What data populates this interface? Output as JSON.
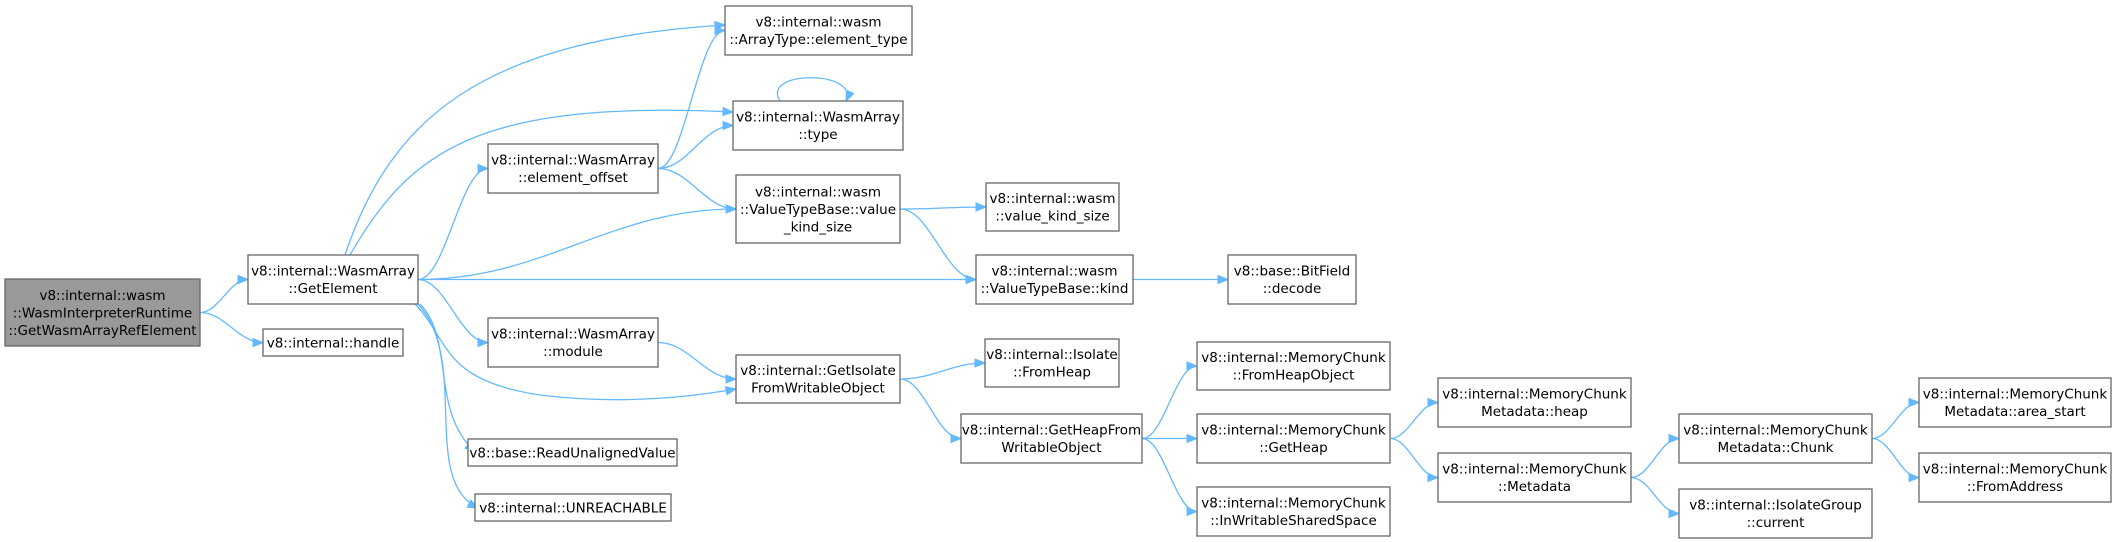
{
  "colors": {
    "edge": "#63b8ff",
    "node_border": "#666666",
    "root_fill": "#999999",
    "node_fill": "#ffffff"
  },
  "nodes": [
    {
      "id": "root",
      "lines": [
        "v8::internal::wasm",
        "::WasmInterpreterRuntime",
        "::GetWasmArrayRefElement"
      ],
      "root": true
    },
    {
      "id": "getelement",
      "lines": [
        "v8::internal::WasmArray",
        "::GetElement"
      ]
    },
    {
      "id": "handle",
      "lines": [
        "v8::internal::handle"
      ]
    },
    {
      "id": "elemtype",
      "lines": [
        "v8::internal::wasm",
        "::ArrayType::element_type"
      ]
    },
    {
      "id": "wtype",
      "lines": [
        "v8::internal::WasmArray",
        "::type"
      ]
    },
    {
      "id": "elemoffset",
      "lines": [
        "v8::internal::WasmArray",
        "::element_offset"
      ]
    },
    {
      "id": "vkindsize",
      "lines": [
        "v8::internal::wasm",
        "::ValueTypeBase::value",
        "_kind_size"
      ]
    },
    {
      "id": "value_kind_size",
      "lines": [
        "v8::internal::wasm",
        "::value_kind_size"
      ]
    },
    {
      "id": "kind",
      "lines": [
        "v8::internal::wasm",
        "::ValueTypeBase::kind"
      ]
    },
    {
      "id": "decode",
      "lines": [
        "v8::base::BitField",
        "::decode"
      ]
    },
    {
      "id": "module",
      "lines": [
        "v8::internal::WasmArray",
        "::module"
      ]
    },
    {
      "id": "getisolate",
      "lines": [
        "v8::internal::GetIsolate",
        "FromWritableObject"
      ]
    },
    {
      "id": "fromheap",
      "lines": [
        "v8::internal::Isolate",
        "::FromHeap"
      ]
    },
    {
      "id": "getheapfrom",
      "lines": [
        "v8::internal::GetHeapFrom",
        "WritableObject"
      ]
    },
    {
      "id": "mc_fromheapobject",
      "lines": [
        "v8::internal::MemoryChunk",
        "::FromHeapObject"
      ]
    },
    {
      "id": "mc_getheap",
      "lines": [
        "v8::internal::MemoryChunk",
        "::GetHeap"
      ]
    },
    {
      "id": "mc_inwritable",
      "lines": [
        "v8::internal::MemoryChunk",
        "::InWritableSharedSpace"
      ]
    },
    {
      "id": "mcm_heap",
      "lines": [
        "v8::internal::MemoryChunk",
        "Metadata::heap"
      ]
    },
    {
      "id": "mc_metadata",
      "lines": [
        "v8::internal::MemoryChunk",
        "::Metadata"
      ]
    },
    {
      "id": "mcm_chunk",
      "lines": [
        "v8::internal::MemoryChunk",
        "Metadata::Chunk"
      ]
    },
    {
      "id": "ig_current",
      "lines": [
        "v8::internal::IsolateGroup",
        "::current"
      ]
    },
    {
      "id": "mcm_areastart",
      "lines": [
        "v8::internal::MemoryChunk",
        "Metadata::area_start"
      ]
    },
    {
      "id": "mc_fromaddress",
      "lines": [
        "v8::internal::MemoryChunk",
        "::FromAddress"
      ]
    },
    {
      "id": "readunaligned",
      "lines": [
        "v8::base::ReadUnalignedValue"
      ]
    },
    {
      "id": "unreachable",
      "lines": [
        "v8::internal::UNREACHABLE"
      ]
    }
  ],
  "edges": [
    [
      "root",
      "getelement"
    ],
    [
      "root",
      "handle"
    ],
    [
      "getelement",
      "elemtype"
    ],
    [
      "getelement",
      "wtype"
    ],
    [
      "getelement",
      "elemoffset"
    ],
    [
      "getelement",
      "vkindsize"
    ],
    [
      "getelement",
      "kind"
    ],
    [
      "getelement",
      "module"
    ],
    [
      "getelement",
      "getisolate"
    ],
    [
      "getelement",
      "readunaligned"
    ],
    [
      "getelement",
      "unreachable"
    ],
    [
      "elemoffset",
      "elemtype"
    ],
    [
      "elemoffset",
      "wtype"
    ],
    [
      "elemoffset",
      "vkindsize"
    ],
    [
      "wtype",
      "wtype"
    ],
    [
      "vkindsize",
      "value_kind_size"
    ],
    [
      "vkindsize",
      "kind"
    ],
    [
      "kind",
      "decode"
    ],
    [
      "module",
      "getisolate"
    ],
    [
      "getisolate",
      "fromheap"
    ],
    [
      "getisolate",
      "getheapfrom"
    ],
    [
      "getheapfrom",
      "mc_fromheapobject"
    ],
    [
      "getheapfrom",
      "mc_getheap"
    ],
    [
      "getheapfrom",
      "mc_inwritable"
    ],
    [
      "mc_getheap",
      "mcm_heap"
    ],
    [
      "mc_getheap",
      "mc_metadata"
    ],
    [
      "mc_metadata",
      "mcm_chunk"
    ],
    [
      "mc_metadata",
      "ig_current"
    ],
    [
      "mcm_chunk",
      "mcm_areastart"
    ],
    [
      "mcm_chunk",
      "mc_fromaddress"
    ]
  ]
}
